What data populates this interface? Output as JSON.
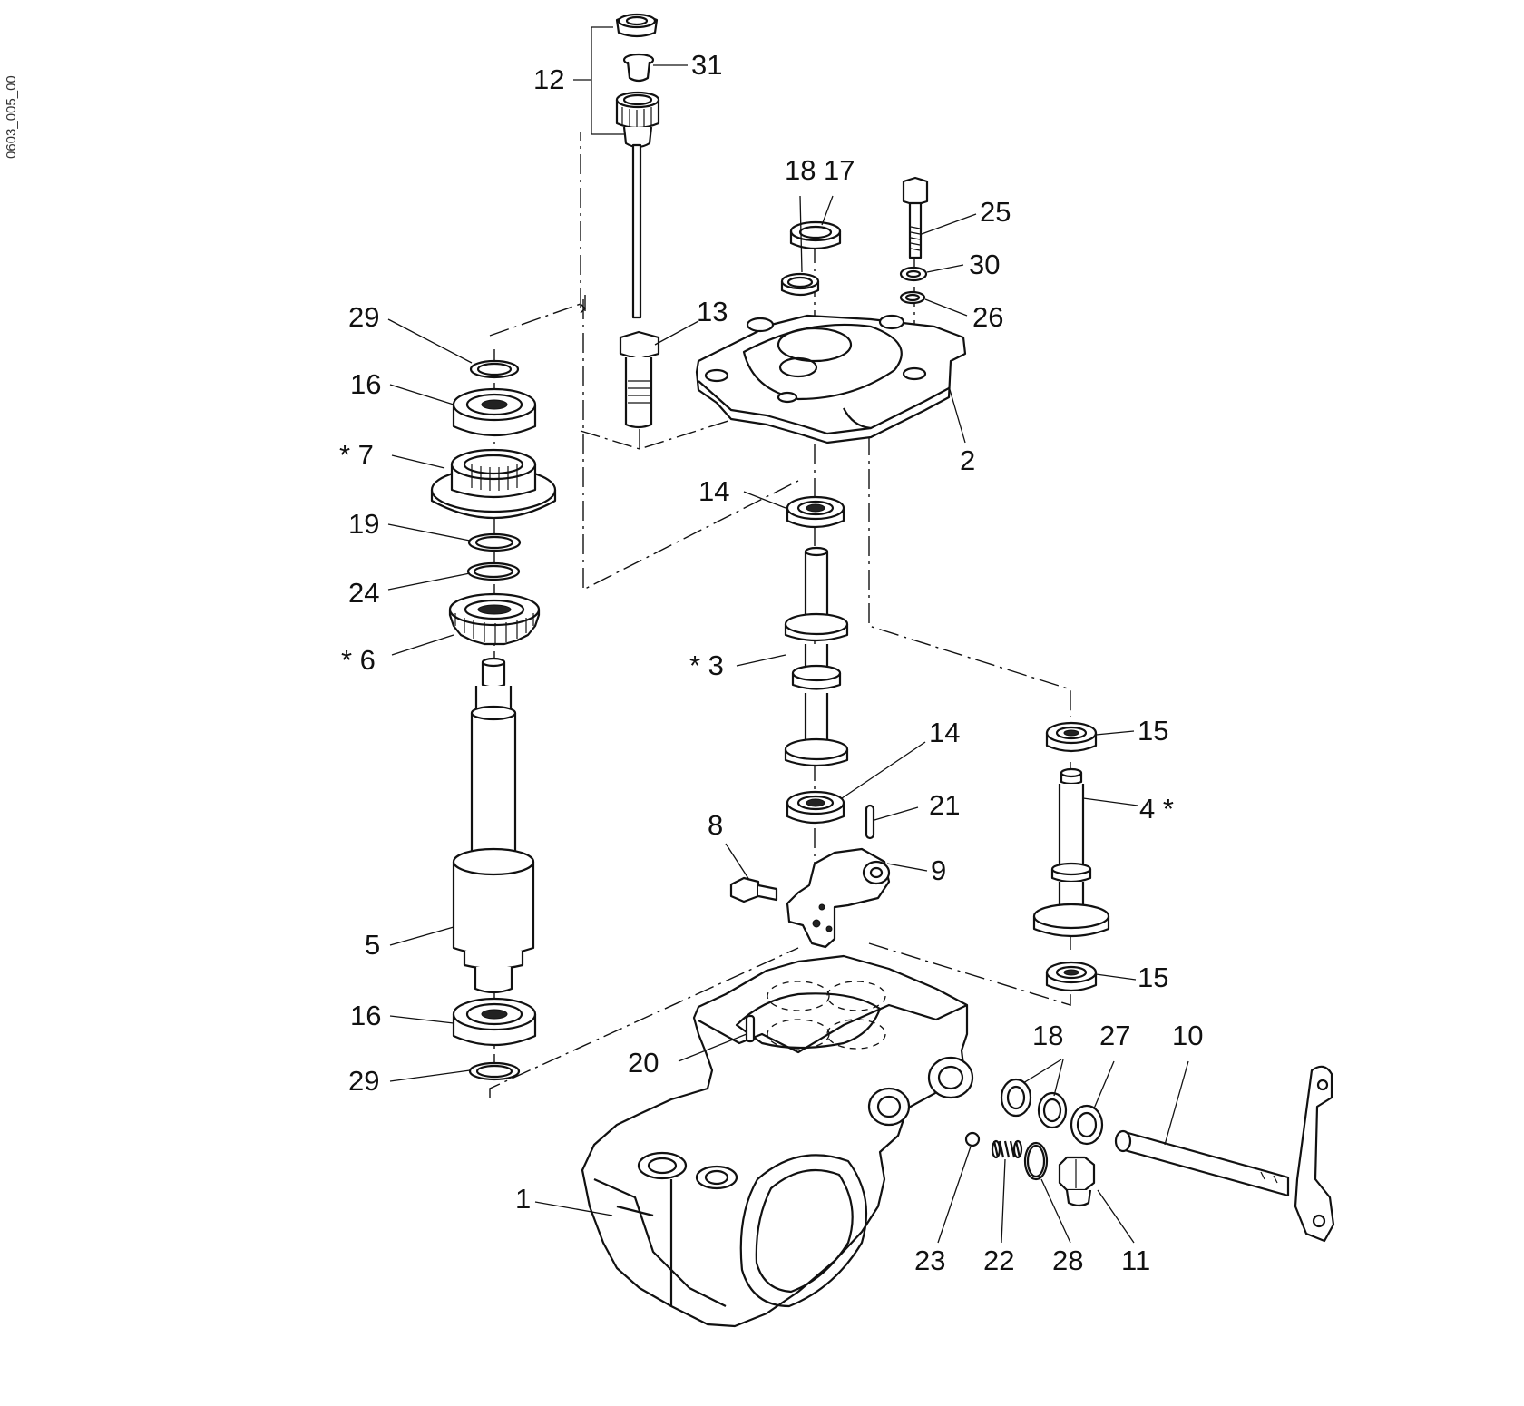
{
  "drawing_id": "0603_005_00",
  "callouts": [
    {
      "key": "c12",
      "text": "12"
    },
    {
      "key": "c31",
      "text": "31"
    },
    {
      "key": "c18a",
      "text": "18"
    },
    {
      "key": "c17",
      "text": "17"
    },
    {
      "key": "c25",
      "text": "25"
    },
    {
      "key": "c30",
      "text": "30"
    },
    {
      "key": "c26",
      "text": "26"
    },
    {
      "key": "c29a",
      "text": "29"
    },
    {
      "key": "c13",
      "text": "13"
    },
    {
      "key": "c16a",
      "text": "16"
    },
    {
      "key": "c7",
      "text": "* 7"
    },
    {
      "key": "c2",
      "text": "2"
    },
    {
      "key": "c19",
      "text": "19"
    },
    {
      "key": "c14a",
      "text": "14"
    },
    {
      "key": "c24",
      "text": "24"
    },
    {
      "key": "c6",
      "text": "* 6"
    },
    {
      "key": "c3",
      "text": "* 3"
    },
    {
      "key": "c14b",
      "text": "14"
    },
    {
      "key": "c15a",
      "text": "15"
    },
    {
      "key": "c21",
      "text": "21"
    },
    {
      "key": "c4",
      "text": "4 *"
    },
    {
      "key": "c8",
      "text": "8"
    },
    {
      "key": "c9",
      "text": "9"
    },
    {
      "key": "c5",
      "text": "5"
    },
    {
      "key": "c15b",
      "text": "15"
    },
    {
      "key": "c16b",
      "text": "16"
    },
    {
      "key": "c18b",
      "text": "18"
    },
    {
      "key": "c27",
      "text": "27"
    },
    {
      "key": "c10",
      "text": "10"
    },
    {
      "key": "c20",
      "text": "20"
    },
    {
      "key": "c29b",
      "text": "29"
    },
    {
      "key": "c1",
      "text": "1"
    },
    {
      "key": "c23",
      "text": "23"
    },
    {
      "key": "c22",
      "text": "22"
    },
    {
      "key": "c28",
      "text": "28"
    },
    {
      "key": "c11",
      "text": "11"
    }
  ]
}
